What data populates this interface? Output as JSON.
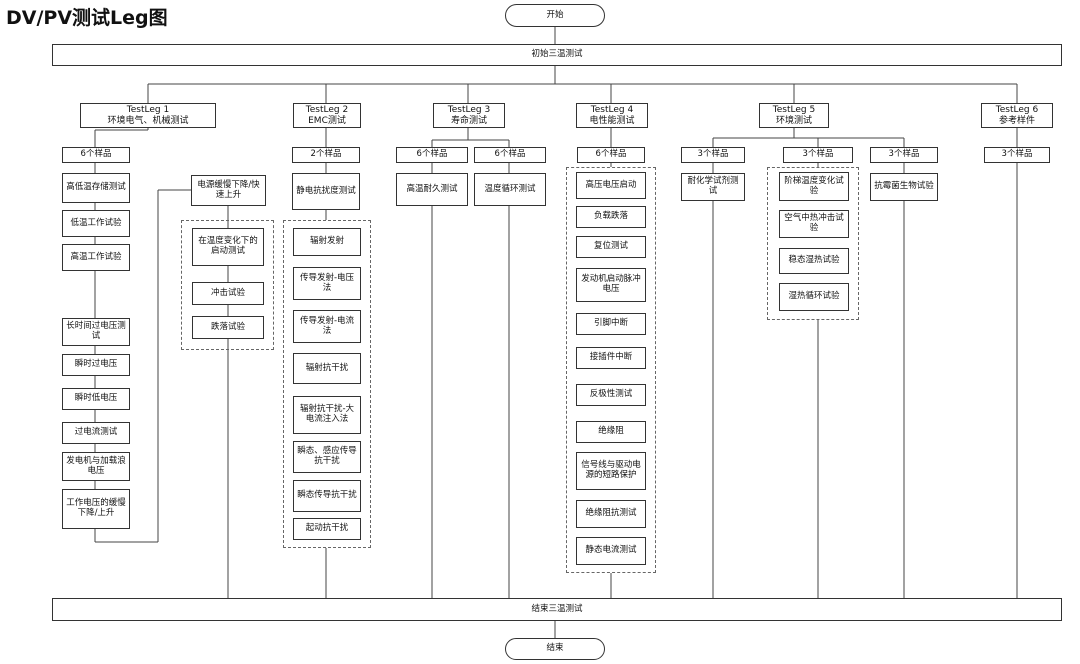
{
  "title": "DV/PV测试Leg图",
  "start": "开始",
  "end": "结束",
  "initial_test": "初始三温测试",
  "final_test": "结束三温测试",
  "legs": [
    {
      "name": "TestLeg 1",
      "desc": "环境电气、机械测试",
      "samples": "6个样品",
      "tests": [
        "高低温存储测试",
        "低温工作试验",
        "高温工作试验",
        "长时间过电压测试",
        "瞬时过电压",
        "瞬时低电压",
        "过电流测试",
        "发电机与加载浪电压",
        "工作电压的缓慢下降/上升"
      ],
      "side_test": "电源缓慢下降/快速上升",
      "group_tests": [
        "在温度变化下的启动测试",
        "冲击试验",
        "跌落试验"
      ]
    },
    {
      "name": "TestLeg 2",
      "desc": "EMC测试",
      "samples": "2个样品",
      "first_test": "静电抗扰度测试",
      "group_tests": [
        "辐射发射",
        "传导发射-电压法",
        "传导发射-电流法",
        "辐射抗干扰",
        "辐射抗干扰-大电流注入法",
        "瞬态、感应传导抗干扰",
        "瞬态传导抗干扰",
        "起动抗干扰"
      ]
    },
    {
      "name": "TestLeg 3",
      "desc": "寿命测试",
      "columns": [
        {
          "samples": "6个样品",
          "test": "高温耐久测试"
        },
        {
          "samples": "6个样品",
          "test": "温度循环测试"
        }
      ]
    },
    {
      "name": "TestLeg 4",
      "desc": "电性能测试",
      "samples": "6个样品",
      "group_tests": [
        "高压电压启动",
        "负载跌落",
        "复位测试",
        "发动机启动脉冲电压",
        "引脚中断",
        "接插件中断",
        "反极性测试",
        "绝缘阻",
        "信号线与驱动电源的短路保护",
        "绝缘阻抗测试",
        "静态电流测试"
      ]
    },
    {
      "name": "TestLeg 5",
      "desc": "环境测试",
      "columns": [
        {
          "samples": "3个样品",
          "tests": [
            "耐化学试剂测试"
          ]
        },
        {
          "samples": "3个样品",
          "tests": [
            "阶梯温度变化试验",
            "空气中热冲击试验",
            "稳态湿热试验",
            "湿热循环试验"
          ]
        },
        {
          "samples": "3个样品",
          "tests": [
            "抗霉菌生物试验"
          ]
        }
      ]
    },
    {
      "name": "TestLeg 6",
      "desc": "参考样件",
      "samples": "3个样品"
    }
  ]
}
